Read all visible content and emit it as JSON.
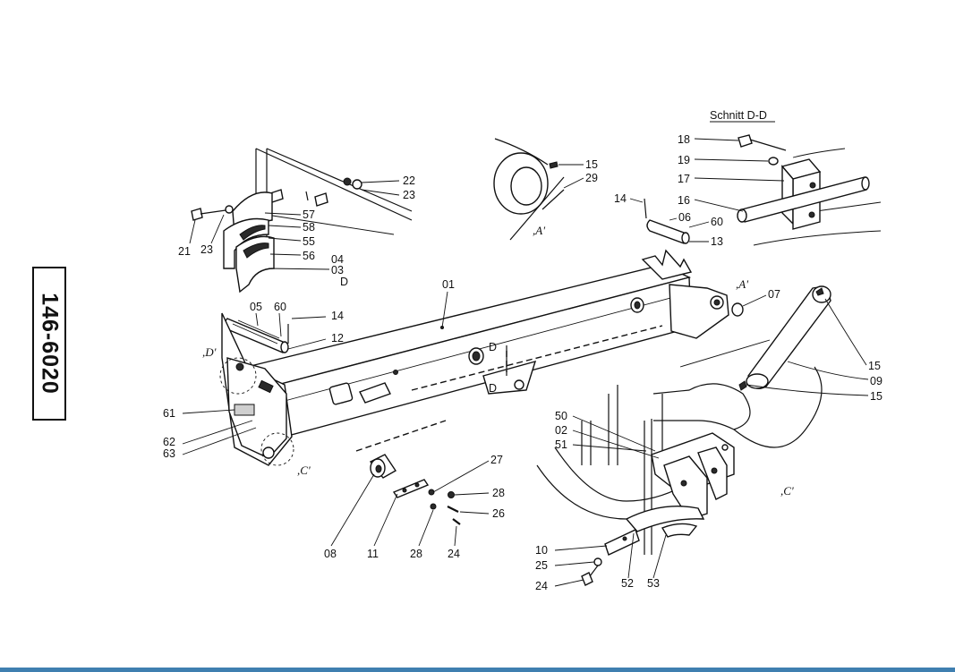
{
  "document": {
    "number": "146-6020",
    "section_title": "Schnitt D-D"
  },
  "view_marks": {
    "view_a_top": ",A'",
    "view_a_right": ",A'",
    "view_c_left": ",C'",
    "view_c_right": ",C'",
    "view_d_left": ",D'",
    "section_d_upper": "D",
    "section_d_lower": "D",
    "section_d_label": "D"
  },
  "part_labels": {
    "p01": "01",
    "p02": "02",
    "p03": "03",
    "p04": "04",
    "p05": "05",
    "p06": "06",
    "p07": "07",
    "p08": "08",
    "p09": "09",
    "p10": "10",
    "p11": "11",
    "p12": "12",
    "p13": "13",
    "p14_top": "14",
    "p14_left": "14",
    "p15_top": "15",
    "p15_right_a": "15",
    "p15_right_b": "15",
    "p16": "16",
    "p17": "17",
    "p18": "18",
    "p19": "19",
    "p21": "21",
    "p22": "22",
    "p23_right": "23",
    "p23_left": "23",
    "p24_mid": "24",
    "p24_bottom": "24",
    "p25": "25",
    "p26": "26",
    "p27": "27",
    "p28_right": "28",
    "p28_bottom": "28",
    "p29": "29",
    "p50": "50",
    "p51": "51",
    "p52": "52",
    "p53": "53",
    "p55": "55",
    "p56": "56",
    "p57": "57",
    "p58": "58",
    "p60_top": "60",
    "p60_left": "60",
    "p61": "61",
    "p62": "62",
    "p63": "63"
  }
}
